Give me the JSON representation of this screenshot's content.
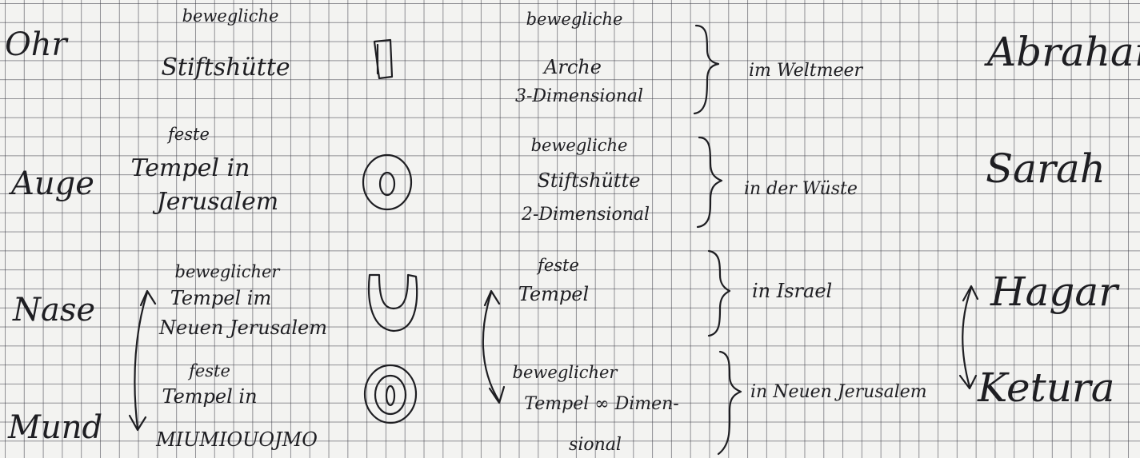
{
  "rows": [
    {
      "organ": "Ohr",
      "first_small": "bewegliche",
      "first_big": "Stiftshütte",
      "second_top": "bewegliche",
      "second_main": "Arche",
      "second_sub": "3-Dimensional",
      "location": "im Weltmeer",
      "person": "Abraham"
    },
    {
      "organ": "Auge",
      "first_small": "feste",
      "first_big": "Tempel in",
      "first_big2": "Jerusalem",
      "second_top": "bewegliche",
      "second_main": "Stiftshütte",
      "second_sub": "2-Dimensional",
      "location": "in der Wüste",
      "person": "Sarah"
    },
    {
      "organ": "Nase",
      "first_small": "beweglicher",
      "first_big": "Tempel im",
      "first_big2": "Neuen Jerusalem",
      "second_top": "feste",
      "second_main": "Tempel",
      "location": "in Israel",
      "person": "Hagar"
    },
    {
      "organ": "Mund",
      "first_small": "feste",
      "first_big": "Tempel in",
      "first_big2": "MIUMIOUOJMO",
      "second_top": "beweglicher",
      "second_main": "Tempel ∞ Dimen-",
      "second_sub": "sional",
      "location": "in Neuen Jerusalem",
      "person": "Ketura"
    }
  ],
  "symbols": [
    "bracket-symbol",
    "ring-symbol",
    "u-shape-symbol",
    "double-ring-symbol"
  ]
}
